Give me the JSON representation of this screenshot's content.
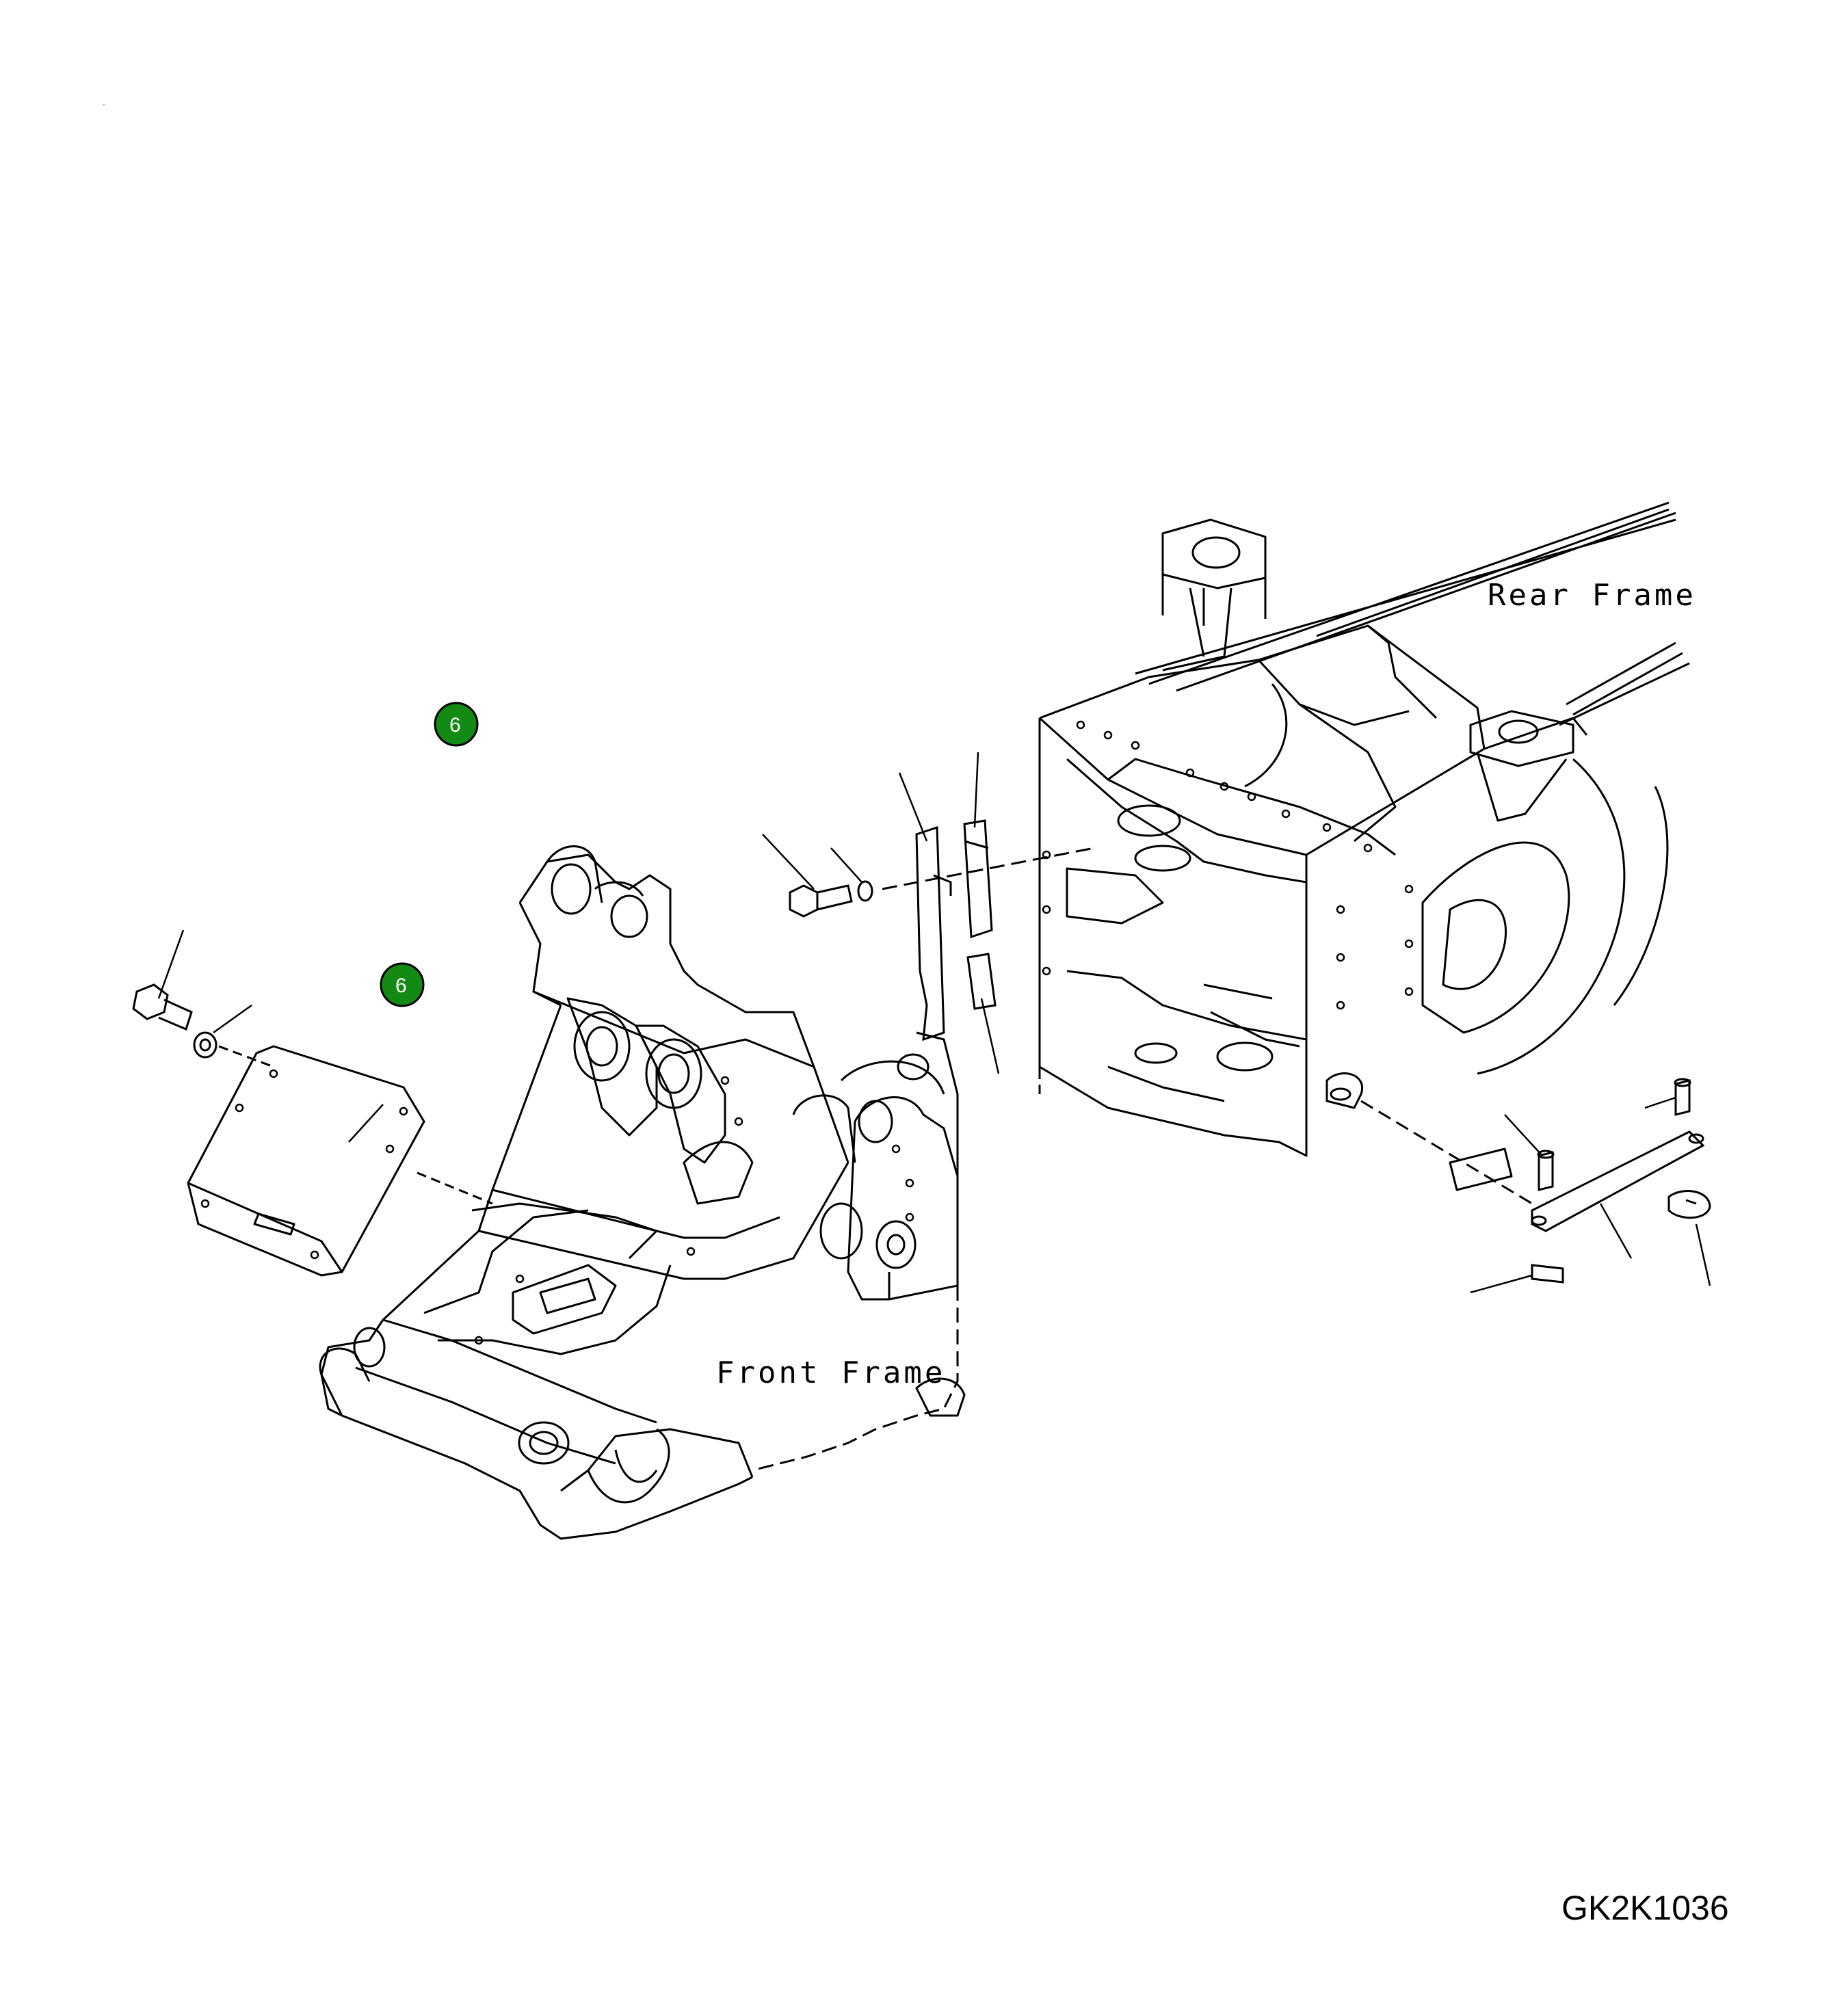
{
  "diagram": {
    "labels": {
      "rear_frame": "Rear Frame",
      "front_frame": "Front Frame",
      "drawing_code": "GK2K1036"
    },
    "callouts": [
      {
        "number": "6"
      },
      {
        "number": "6"
      }
    ],
    "colors": {
      "callout_fill": "#138a13",
      "line": "#000000",
      "background": "#ffffff"
    }
  }
}
